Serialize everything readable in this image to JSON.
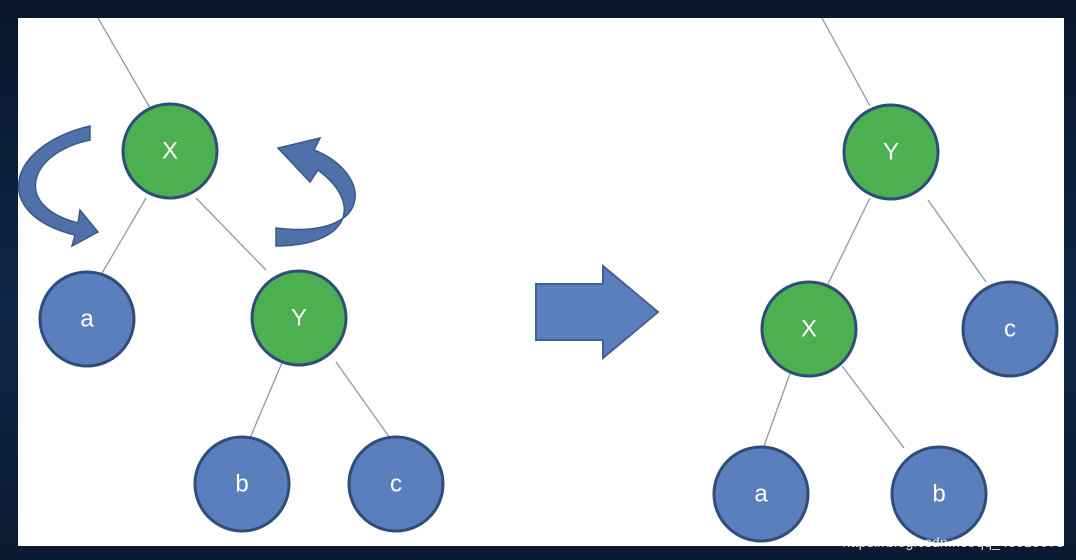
{
  "diagram": {
    "before": {
      "nodes": {
        "x": {
          "label": "X",
          "color": "#4caf50"
        },
        "a": {
          "label": "a",
          "color": "#5b7fbd"
        },
        "y": {
          "label": "Y",
          "color": "#4caf50"
        },
        "b": {
          "label": "b",
          "color": "#5b7fbd"
        },
        "c": {
          "label": "c",
          "color": "#5b7fbd"
        }
      }
    },
    "after": {
      "nodes": {
        "y": {
          "label": "Y",
          "color": "#4caf50"
        },
        "x": {
          "label": "X",
          "color": "#4caf50"
        },
        "c": {
          "label": "c",
          "color": "#5b7fbd"
        },
        "a": {
          "label": "a",
          "color": "#5b7fbd"
        },
        "b": {
          "label": "b",
          "color": "#5b7fbd"
        }
      }
    }
  },
  "watermark": "https://blog.csdn.net/qq_45915073"
}
